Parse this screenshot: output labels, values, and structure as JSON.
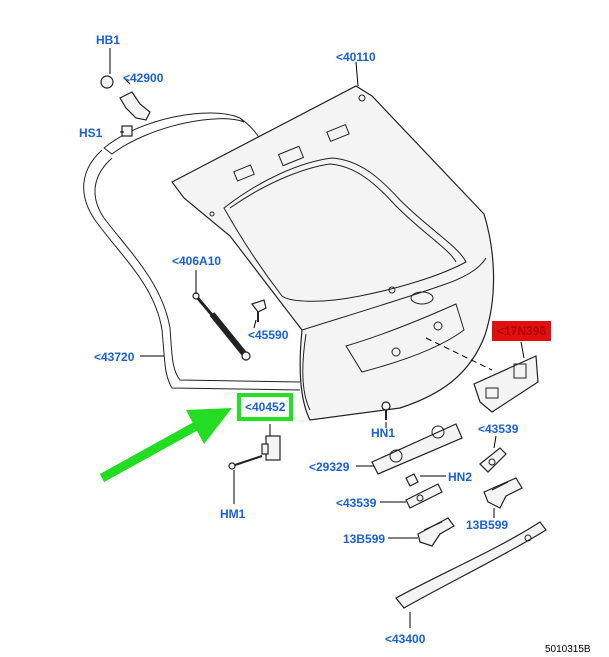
{
  "labels": {
    "hb1": "HB1",
    "p42900": "<42900",
    "hs1": "HS1",
    "p40110": "<40110",
    "p406a10": "<406A10",
    "p45590": "<45590",
    "p43720": "<43720",
    "p17n396": "<17N396",
    "p40452": "<40452",
    "hn1": "HN1",
    "p43539a": "<43539",
    "p29329": "<29329",
    "hn2": "HN2",
    "p43539b": "<43539",
    "hm1": "HM1",
    "b13b599a": "13B599",
    "b13b599b": "13B599",
    "p43400": "<43400"
  },
  "reference": "5010315B",
  "colors": {
    "label": "#1a5fd6",
    "highlight_border": "#22e022",
    "highlight_arrow": "#22dd22",
    "flag_bg": "#e01010"
  },
  "icons": {
    "arrow": "green-arrow-icon"
  }
}
